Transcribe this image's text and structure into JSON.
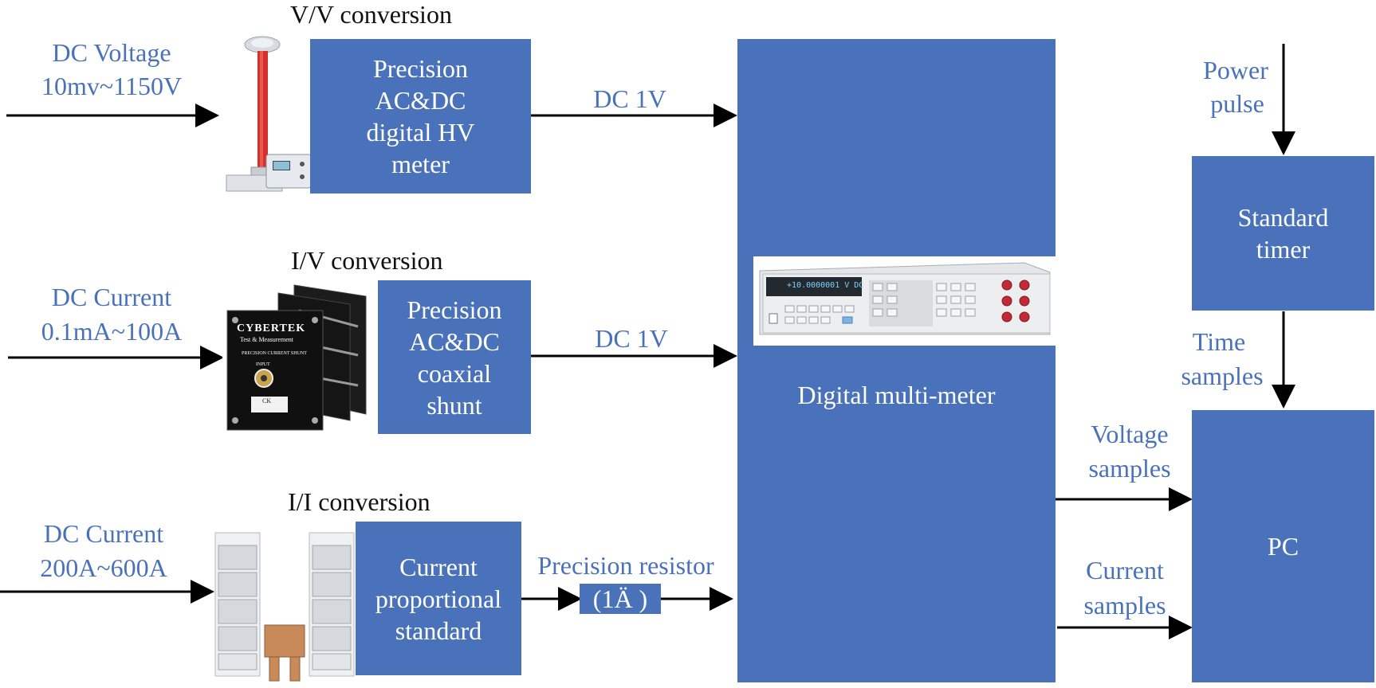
{
  "conversions": {
    "vv": {
      "title": "V/V conversion",
      "input_label_1": "DC Voltage",
      "input_label_2": "10mv~1150V",
      "box_lines": [
        "Precision",
        "AC&DC",
        "digital HV",
        "meter"
      ],
      "output_label": "DC 1V"
    },
    "iv": {
      "title": "I/V conversion",
      "input_label_1": "DC Current",
      "input_label_2": "0.1mA~100A",
      "box_lines": [
        "Precision",
        "AC&DC",
        "coaxial",
        "shunt"
      ],
      "output_label": "DC  1V",
      "photo_brand": "CYBERTEK",
      "photo_sub": "Test & Measurement",
      "photo_caption": "PRECISION CURRENT SHUNT",
      "photo_input": "INPUT",
      "photo_model": "CK"
    },
    "ii": {
      "title": "I/I conversion",
      "input_label_1": "DC Current",
      "input_label_2": "200A~600A",
      "box_lines": [
        "Current",
        "proportional",
        "standard"
      ],
      "resistor_label": "Precision resistor",
      "resistor_value": "(1Ä )"
    }
  },
  "dmm": {
    "label": "Digital multi-meter",
    "display_text": "+10.0000001 V DC"
  },
  "timer": {
    "input_label_1": "Power",
    "input_label_2": "pulse",
    "box_lines": [
      "Standard",
      "timer"
    ],
    "output_label_1": "Time",
    "output_label_2": "samples"
  },
  "pc": {
    "label": "PC",
    "voltage_label_1": "Voltage",
    "voltage_label_2": "samples",
    "current_label_1": "Current",
    "current_label_2": "samples"
  },
  "colors": {
    "box_fill": "#4a72bb",
    "label_blue": "#4a72bb",
    "arrow": "#000000"
  }
}
